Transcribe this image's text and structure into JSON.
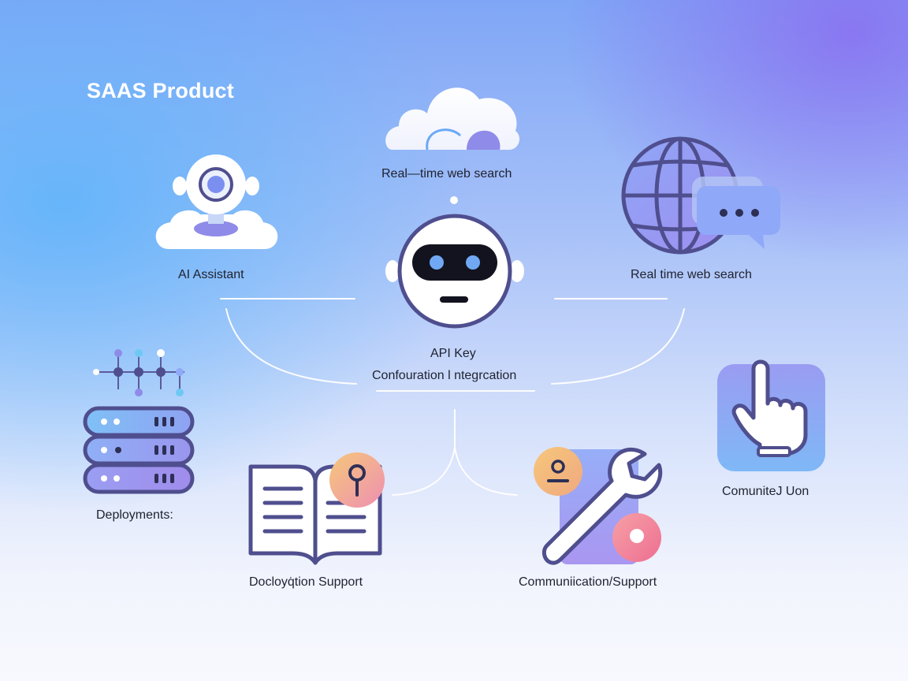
{
  "title": "SAAS Product",
  "labels": {
    "center_top": "Real—time web search",
    "ai_assistant": "AI Assistant",
    "right_top": "Real time web search",
    "api_key": "API Key",
    "config_integration": "Confouration l ntegrcation",
    "deployments": "Deployments:",
    "documentation": "Docloyq̇tion Support",
    "communication": "Communiication/Support",
    "community": "ComuniteJ Uon"
  },
  "icons": {
    "cloud": "cloud-icon",
    "webcam": "webcam-icon",
    "robot": "robot-icon",
    "globe": "globe-icon",
    "chat": "chat-bubble-icon",
    "network": "network-nodes-icon",
    "server": "server-stack-icon",
    "book": "open-book-icon",
    "key": "key-icon",
    "wrench": "wrench-icon",
    "user": "user-icon",
    "hand": "pointer-hand-icon"
  },
  "colors": {
    "outline": "#4f4e8e",
    "accent_blue": "#6ba5f6",
    "accent_purple": "#8d84e8",
    "warm": "#f3b273"
  }
}
